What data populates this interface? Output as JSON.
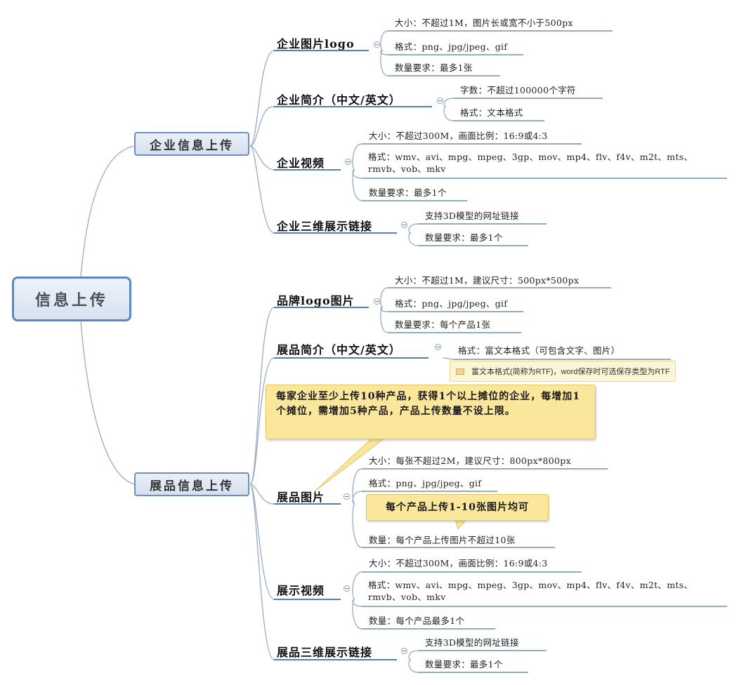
{
  "root": "信息上传",
  "branches": [
    {
      "label": "企业信息上传",
      "children": [
        {
          "label": "企业图片logo",
          "leaves": [
            "大小：不超过1M，图片长或宽不小于500px",
            "格式：png、jpg/jpeg、gif",
            "数量要求：最多1张"
          ]
        },
        {
          "label": "企业简介（中文/英文）",
          "leaves": [
            "字数：不超过100000个字符",
            "格式：文本格式"
          ]
        },
        {
          "label": "企业视频",
          "leaves": [
            "大小：不超过300M，画面比例：16:9或4:3",
            "格式：wmv、avi、mpg、mpeg、3gp、mov、mp4、flv、f4v、m2t、mts、rmvb、vob、mkv",
            "数量要求：最多1个"
          ]
        },
        {
          "label": "企业三维展示链接",
          "leaves": [
            "支持3D模型的网址链接",
            "数量要求：最多1个"
          ]
        }
      ]
    },
    {
      "label": "展品信息上传",
      "children": [
        {
          "label": "品牌logo图片",
          "leaves": [
            "大小：不超过1M，建议尺寸：500px*500px",
            "格式：png、jpg/jpeg、gif",
            "数量要求：每个产品1张"
          ]
        },
        {
          "label": "展品简介（中文/英文）",
          "leaves": [
            "格式：富文本格式（可包含文字、图片）"
          ]
        },
        {
          "label": "展品图片",
          "leaves": [
            "大小：每张不超过2M，建议尺寸：800px*800px",
            "格式：png、jpg/jpeg、gif",
            "数量：每个产品上传图片不超过10张"
          ]
        },
        {
          "label": "展示视频",
          "leaves": [
            "大小：不超过300M，画面比例：16:9或4:3",
            "格式：wmv、avi、mpg、mpeg、3gp、mov、mp4、flv、f4v、m2t、mts、rmvb、vob、mkv",
            "数量：每个产品最多1个"
          ]
        },
        {
          "label": "展品三维展示链接",
          "leaves": [
            "支持3D模型的网址链接",
            "数量要求：最多1个"
          ]
        }
      ]
    }
  ],
  "tooltip": "富文本格式(简称为RTF)，word保存时可选保存类型为RTF",
  "callouts": {
    "product_rule": "每家企业至少上传10种产品，获得1个以上摊位的企业，每增加1个摊位，需增加5种产品，产品上传数量不设上限。",
    "image_rule": "每个产品上传1-10张图片均可"
  },
  "colors": {
    "line": "#8ba1bf",
    "node_border": "#6d8fc0",
    "callout": "#fbe79b",
    "underline": "#5c7ea8"
  }
}
